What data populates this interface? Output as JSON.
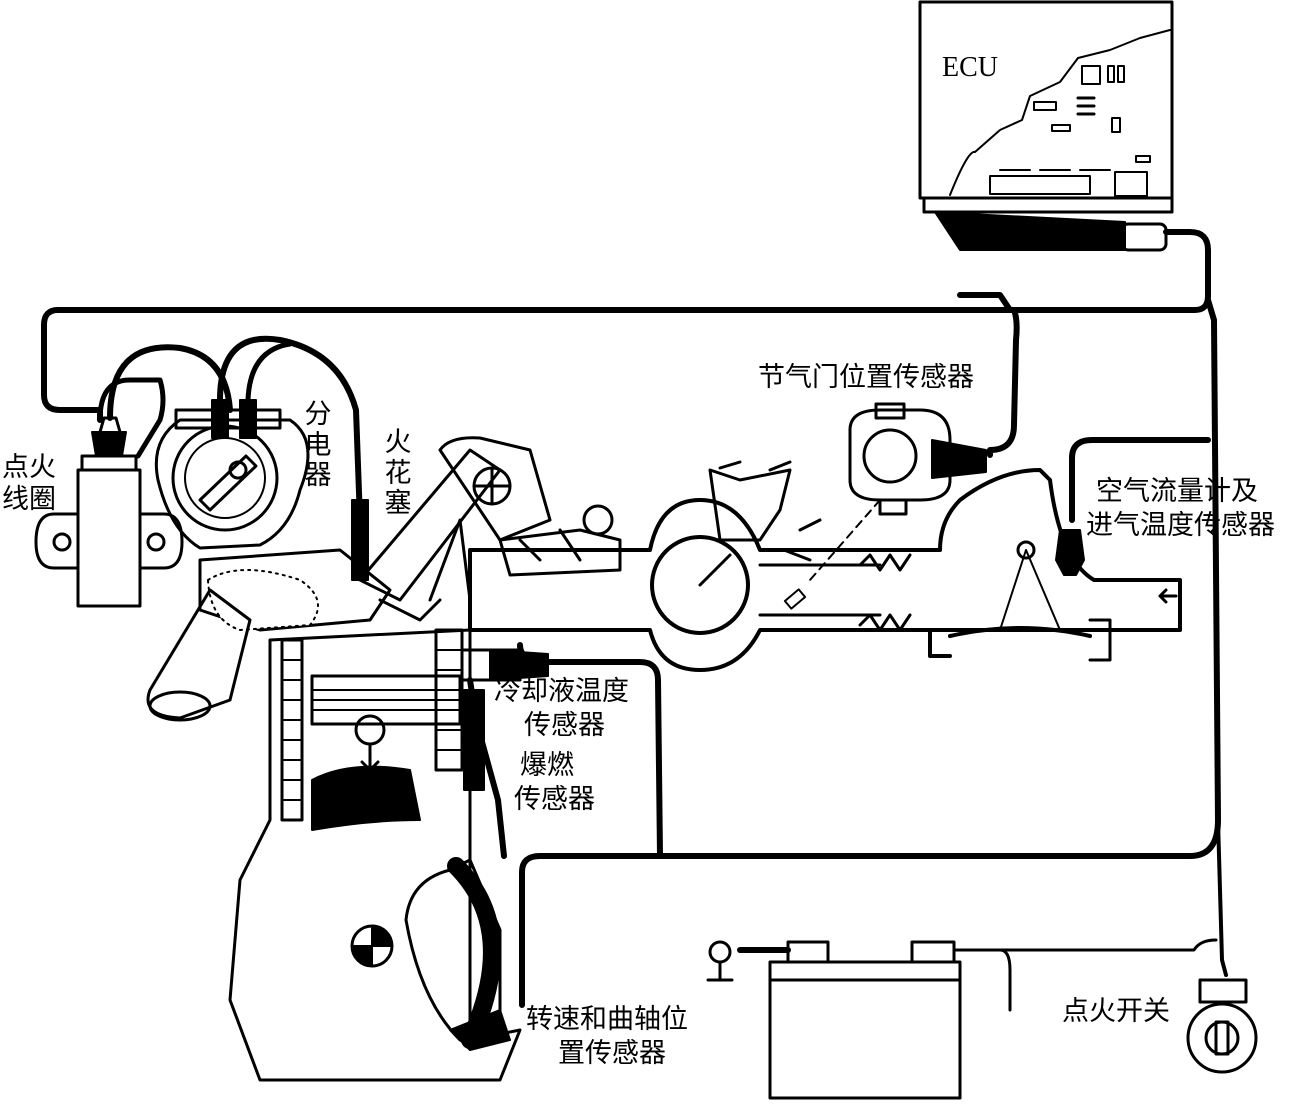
{
  "labels": {
    "ecu": "ECU",
    "throttle_sensor": "节气门位置传感器",
    "airflow_line1": "空气流量计及",
    "airflow_line2": "进气温度传感器",
    "ign_coil_line1": "点火",
    "ign_coil_line2": "线圈",
    "distributor": "分电器",
    "spark_plug": "火花塞",
    "coolant_line1": "冷却液温度",
    "coolant_line2": "传感器",
    "knock_line1": "爆燃",
    "knock_line2": "传感器",
    "crank_line1": "转速和曲轴位",
    "crank_line2": "置传感器",
    "ignition_switch": "点火开关"
  }
}
